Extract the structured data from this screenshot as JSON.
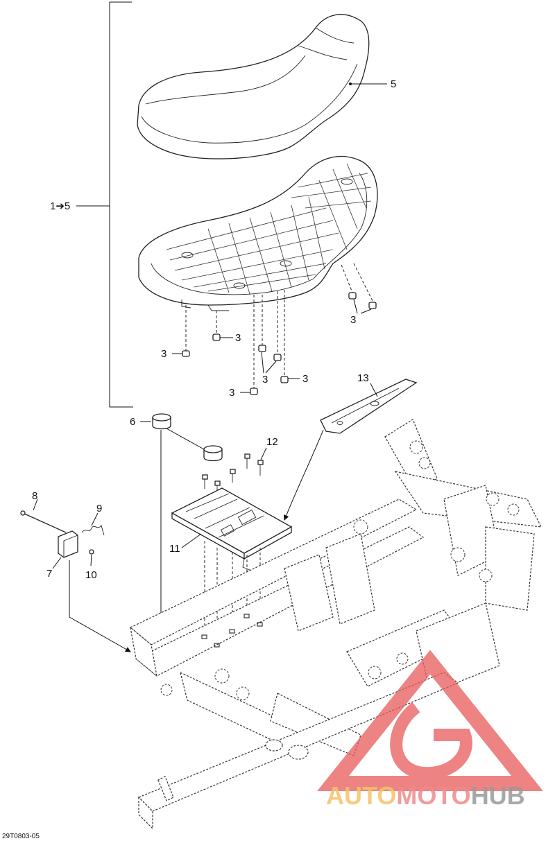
{
  "drawing": {
    "ref_code": "29T0803-05",
    "callouts": {
      "c1_5": "1➔5",
      "c3": "3",
      "c5": "5",
      "c6": "6",
      "c7": "7",
      "c8": "8",
      "c9": "9",
      "c10": "10",
      "c11": "11",
      "c12": "12",
      "c13": "13"
    }
  },
  "watermark": {
    "part1": "AUTO",
    "part2": "MOTO",
    "part3": "HUB",
    "colors": {
      "part1": "#f5c36a",
      "part2": "#f08a8a",
      "part3": "#9a9a9a",
      "triangle": "#e85a5a"
    }
  }
}
